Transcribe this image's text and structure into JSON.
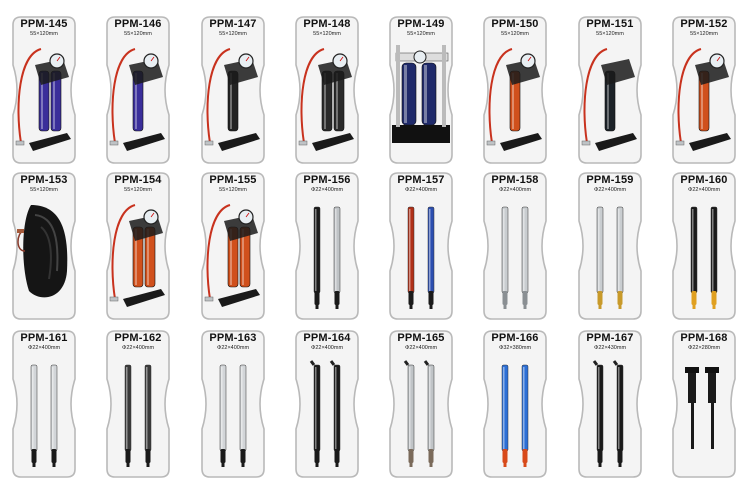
{
  "colors": {
    "frame_stroke": "#b9b9b9",
    "frame_fill": "#f4f4f4",
    "hose_red": "#c8321e",
    "pump_blue": "#3a2e9a",
    "pump_black": "#222222",
    "pump_orange": "#d0501c",
    "gauge_face": "#e8eef2",
    "brass": "#c89a2a",
    "steel": "#bfc3c6",
    "tube_blue": "#2c6fd6"
  },
  "rows": [
    [
      {
        "code": "PPM-145",
        "size": "55×120mm",
        "kind": "foot-pump",
        "body": "#3a2e9a",
        "cylinders": 2,
        "gauge": true
      },
      {
        "code": "PPM-146",
        "size": "55×120mm",
        "kind": "foot-pump",
        "body": "#3a2e9a",
        "cylinders": 1,
        "gauge": true
      },
      {
        "code": "PPM-147",
        "size": "55×120mm",
        "kind": "foot-pump",
        "body": "#222222",
        "cylinders": 1,
        "gauge": true
      },
      {
        "code": "PPM-148",
        "size": "55×120mm",
        "kind": "foot-pump",
        "body": "#2a2a2a",
        "cylinders": 2,
        "gauge": true
      },
      {
        "code": "PPM-149",
        "size": "55×120mm",
        "kind": "foot-pump-frame",
        "body": "#1f2a6a",
        "cylinders": 2,
        "gauge": true
      },
      {
        "code": "PPM-150",
        "size": "55×120mm",
        "kind": "foot-pump",
        "body": "#d0501c",
        "cylinders": 1,
        "gauge": true
      },
      {
        "code": "PPM-151",
        "size": "55×120mm",
        "kind": "foot-pump",
        "body": "#1c2228",
        "cylinders": 1,
        "gauge": false
      },
      {
        "code": "PPM-152",
        "size": "55×120mm",
        "kind": "foot-pump",
        "body": "#d0501c",
        "cylinders": 1,
        "gauge": true
      }
    ],
    [
      {
        "code": "PPM-153",
        "size": "55×120mm",
        "kind": "bellows",
        "body": "#1a1a1a",
        "cylinders": 0,
        "gauge": false
      },
      {
        "code": "PPM-154",
        "size": "55×120mm",
        "kind": "foot-pump",
        "body": "#d0501c",
        "cylinders": 2,
        "gauge": true
      },
      {
        "code": "PPM-155",
        "size": "55×120mm",
        "kind": "foot-pump",
        "body": "#d0501c",
        "cylinders": 2,
        "gauge": true
      },
      {
        "code": "PPM-156",
        "size": "Φ22×400mm",
        "kind": "tube-pair",
        "tube": "#1a1a1a",
        "tip": "#1a1a1a",
        "alt": "#bfc3c6"
      },
      {
        "code": "PPM-157",
        "size": "Φ22×400mm",
        "kind": "tube-pair",
        "tube": "#b03018",
        "tip": "#1a1a1a",
        "alt": "#2c4fb0"
      },
      {
        "code": "PPM-158",
        "size": "Φ22×400mm",
        "kind": "tube-pair",
        "tube": "#c9cdd0",
        "tip": "#8a8f93",
        "alt": "#c9cdd0"
      },
      {
        "code": "PPM-159",
        "size": "Φ22×400mm",
        "kind": "tube-pair",
        "tube": "#c9cdd0",
        "tip": "#c89a2a",
        "alt": "#c9cdd0"
      },
      {
        "code": "PPM-160",
        "size": "Φ22×400mm",
        "kind": "tube-pair",
        "tube": "#1a1a1a",
        "tip": "#e0a020",
        "alt": "#1a1a1a"
      }
    ],
    [
      {
        "code": "PPM-161",
        "size": "Φ22×400mm",
        "kind": "tube-pair",
        "tube": "#d2d5d8",
        "tip": "#1a1a1a",
        "alt": "#d2d5d8"
      },
      {
        "code": "PPM-162",
        "size": "Φ22×400mm",
        "kind": "tube-pair",
        "tube": "#3a3a3a",
        "tip": "#1a1a1a",
        "alt": "#3a3a3a"
      },
      {
        "code": "PPM-163",
        "size": "Φ22×400mm",
        "kind": "tube-pair",
        "tube": "#d2d5d8",
        "tip": "#1a1a1a",
        "alt": "#d2d5d8"
      },
      {
        "code": "PPM-164",
        "size": "Φ22×400mm",
        "kind": "tube-pair",
        "tube": "#1a1a1a",
        "tip": "#1a1a1a",
        "alt": "#1a1a1a"
      },
      {
        "code": "PPM-165",
        "size": "Φ22×400mm",
        "kind": "tube-pair",
        "tube": "#c0c4c7",
        "tip": "#7a6a5a",
        "alt": "#c0c4c7"
      },
      {
        "code": "PPM-166",
        "size": "Φ32×380mm",
        "kind": "tube-pair",
        "tube": "#2c6fd6",
        "tip": "#d84a1a",
        "alt": "#2c6fd6"
      },
      {
        "code": "PPM-167",
        "size": "Φ22×430mm",
        "kind": "tube-pair",
        "tube": "#1a1a1a",
        "tip": "#1a1a1a",
        "alt": "#1a1a1a"
      },
      {
        "code": "PPM-168",
        "size": "Φ22×280mm",
        "kind": "tube-pair",
        "tube": "#1a1a1a",
        "tip": "#1a1a1a",
        "alt": "#1a1a1a"
      }
    ]
  ]
}
